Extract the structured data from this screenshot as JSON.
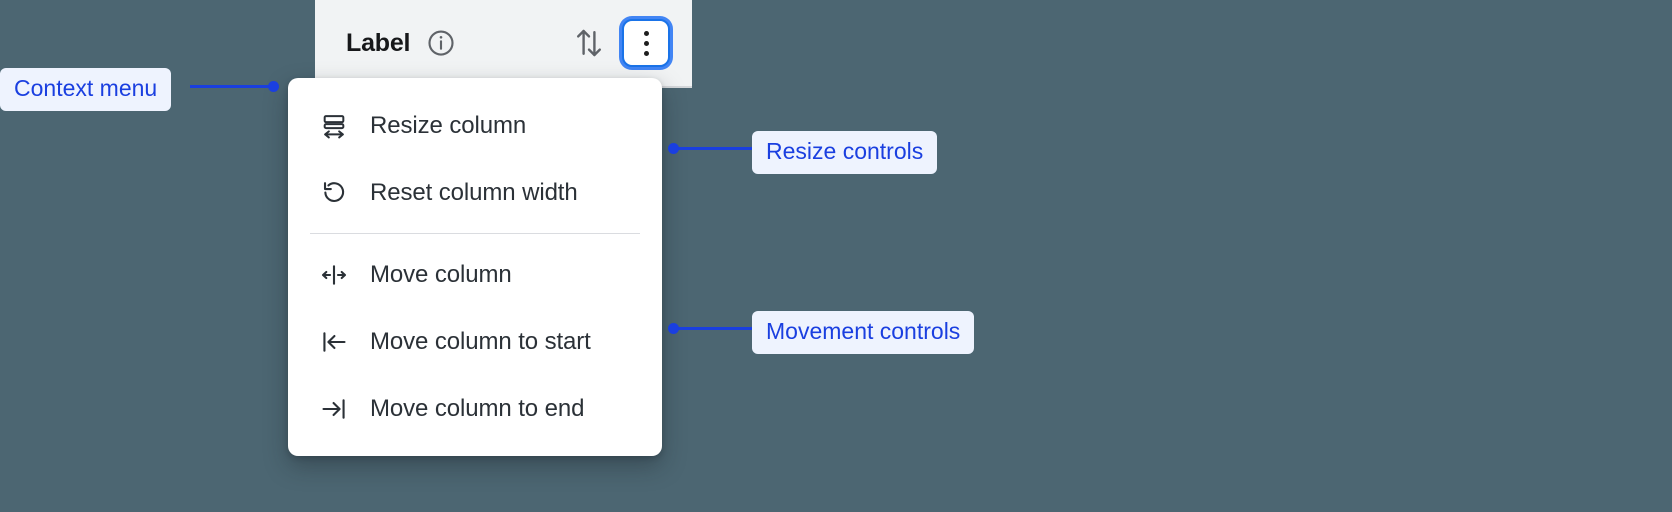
{
  "background_color": "#4c6672",
  "accent_color": "#1a3fe0",
  "focus_ring_color": "#4285f4",
  "table_header": {
    "column_label": "Label",
    "info_icon": "info-circle-icon",
    "sort_icon": "sort-arrows-icon",
    "kebab_icon": "more-vertical-icon",
    "panel_background": "#f1f3f4"
  },
  "context_menu": {
    "groups": [
      {
        "name": "resize",
        "items": [
          {
            "icon": "resize-column-icon",
            "label": "Resize column"
          },
          {
            "icon": "reset-width-icon",
            "label": "Reset column width"
          }
        ]
      },
      {
        "name": "movement",
        "items": [
          {
            "icon": "move-column-icon",
            "label": "Move column"
          },
          {
            "icon": "move-to-start-icon",
            "label": "Move column to start"
          },
          {
            "icon": "move-to-end-icon",
            "label": "Move column to end"
          }
        ]
      }
    ]
  },
  "annotations": [
    {
      "id": "context-menu",
      "label": "Context menu"
    },
    {
      "id": "resize",
      "label": "Resize controls"
    },
    {
      "id": "movement",
      "label": "Movement controls"
    }
  ]
}
